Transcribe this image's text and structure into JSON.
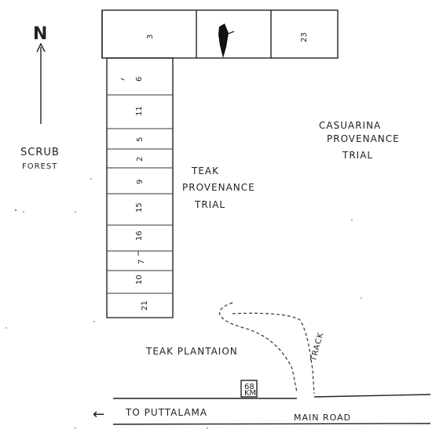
{
  "north": {
    "label": "N"
  },
  "scrub": {
    "line1": "SCRUB",
    "line2": "FOREST"
  },
  "casuarina": {
    "line1": "CASUARINA",
    "line2": "PROVENANCE",
    "line3": "TRIAL"
  },
  "teak_trial": {
    "line1": "TEAK",
    "line2": "PROVENANCE",
    "line3": "TRIAL"
  },
  "plantation": {
    "label": "TEAK PLANTAION"
  },
  "track": {
    "label": "TRACK"
  },
  "milepost": {
    "line1": "68",
    "line2": "KM"
  },
  "road": {
    "direction": "←",
    "to": "TO PUTTALAMA",
    "name": "MAIN ROAD"
  },
  "top_plots": [
    "3",
    "",
    "23"
  ],
  "column_plots": [
    "6",
    "11",
    "5",
    "2",
    "9",
    "15",
    "16",
    "7",
    "10",
    "21"
  ]
}
